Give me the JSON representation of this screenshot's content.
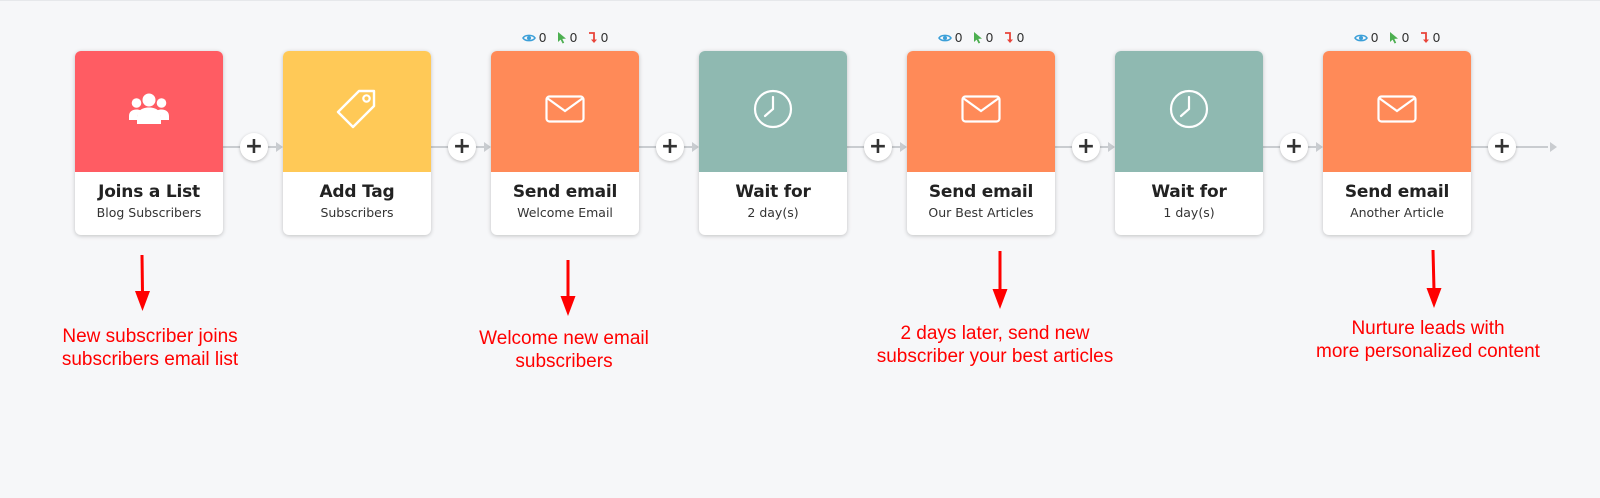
{
  "steps": [
    {
      "title": "Joins a List",
      "subtitle": "Blog Subscribers",
      "color": "#ff5c63",
      "icon": "users-icon"
    },
    {
      "title": "Add Tag",
      "subtitle": "Subscribers",
      "color": "#ffc957",
      "icon": "tag-icon"
    },
    {
      "title": "Send email",
      "subtitle": "Welcome Email",
      "color": "#ff8a58",
      "icon": "envelope-icon",
      "stats": {
        "opens": "0",
        "clicks": "0",
        "bounces": "0"
      }
    },
    {
      "title": "Wait for",
      "subtitle": "2 day(s)",
      "color": "#8fb9b1",
      "icon": "clock-icon"
    },
    {
      "title": "Send email",
      "subtitle": "Our Best Articles",
      "color": "#ff8a58",
      "icon": "envelope-icon",
      "stats": {
        "opens": "0",
        "clicks": "0",
        "bounces": "0"
      }
    },
    {
      "title": "Wait for",
      "subtitle": "1 day(s)",
      "color": "#8fb9b1",
      "icon": "clock-icon"
    },
    {
      "title": "Send email",
      "subtitle": "Another Article",
      "color": "#ff8a58",
      "icon": "envelope-icon",
      "stats": {
        "opens": "0",
        "clicks": "0",
        "bounces": "0"
      }
    }
  ],
  "add_button_label": "+",
  "annotations": [
    {
      "line1": "New subscriber joins",
      "line2": "subscribers email list"
    },
    {
      "line1": "Welcome new email",
      "line2": "subscribers"
    },
    {
      "line1": "2 days later, send new",
      "line2": "subscriber your best articles"
    },
    {
      "line1": "Nurture leads with",
      "line2": "more personalized content"
    }
  ],
  "colors": {
    "annotation": "#ff0000",
    "connector": "#c9ccd0",
    "eye": "#3b9fd8",
    "cursor": "#4caf50",
    "bounce": "#e8443a"
  }
}
